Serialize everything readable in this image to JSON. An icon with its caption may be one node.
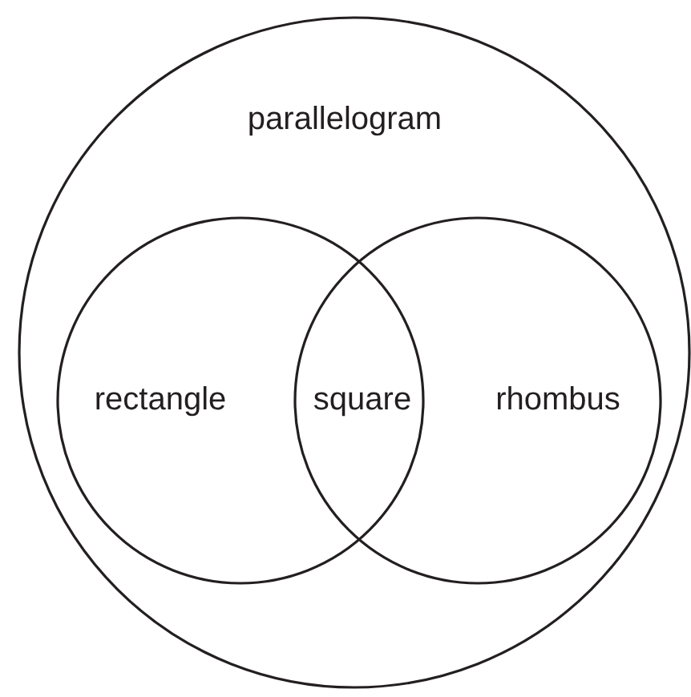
{
  "diagram": {
    "nodes": [
      {
        "text": [
          "parallelogram"
        ]
      },
      {
        "text": [
          "rectangle"
        ],
        "in": 0
      },
      {
        "text": [
          "rhombus"
        ],
        "in": 0
      }
    ],
    "edges": [],
    "labels": [
      "square"
    ]
  }
}
